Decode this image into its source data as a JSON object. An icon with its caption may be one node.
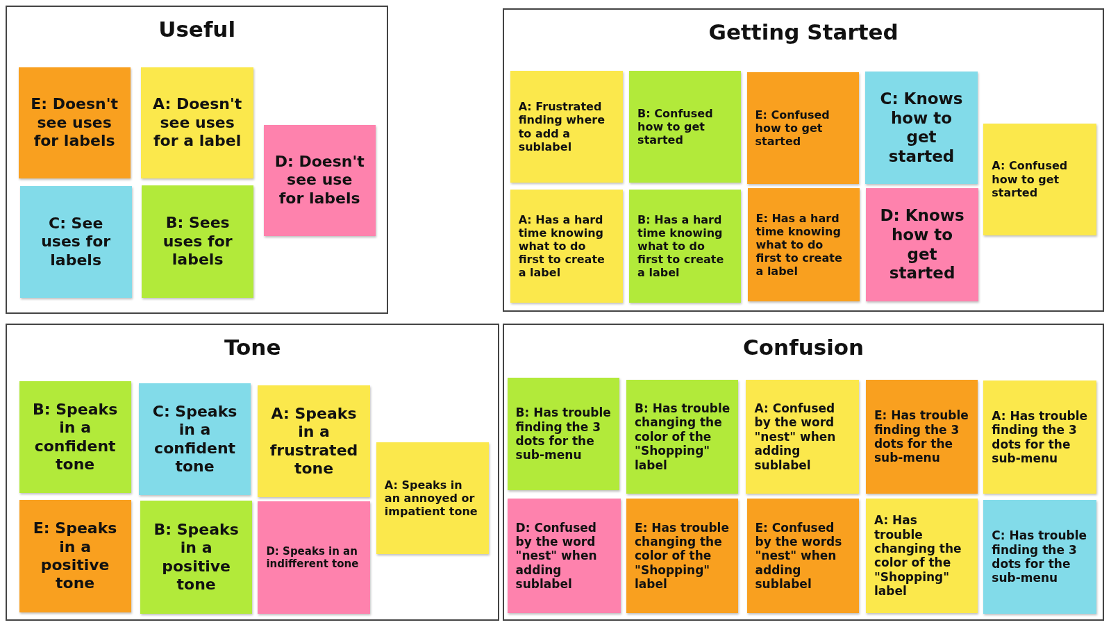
{
  "diagram": {
    "nodes": [
      {
        "text": [
          "Useful"
        ]
      },
      {
        "text": [
          "E: Doesn't see uses for labels"
        ],
        "in": 0
      },
      {
        "text": [
          "A: Doesn't see uses for a label"
        ],
        "in": 0
      },
      {
        "text": [
          "D: Doesn't see use for labels"
        ],
        "in": 0
      },
      {
        "text": [
          "C: See uses for labels"
        ],
        "in": 0
      },
      {
        "text": [
          "B: Sees uses for labels"
        ],
        "in": 0
      },
      {
        "text": [
          "Getting Started"
        ]
      },
      {
        "text": [
          "A: Frustrated finding where to add a sublabel"
        ],
        "in": 6
      },
      {
        "text": [
          "B: Confused how to get started"
        ],
        "in": 6
      },
      {
        "text": [
          "E: Confused how to get started"
        ],
        "in": 6
      },
      {
        "text": [
          "C: Knows how to get started"
        ],
        "in": 6
      },
      {
        "text": [
          "A: Confused how to get started"
        ],
        "in": 6
      },
      {
        "text": [
          "A: Has a hard time knowing what to do first to create a label"
        ],
        "in": 6
      },
      {
        "text": [
          "B: Has a hard time knowing what to do first to create a label"
        ],
        "in": 6
      },
      {
        "text": [
          "E: Has a hard time knowing what to do first to create a label"
        ],
        "in": 6
      },
      {
        "text": [
          "D: Knows how to get started"
        ],
        "in": 6
      },
      {
        "text": [
          "Tone"
        ]
      },
      {
        "text": [
          "B: Speaks in a confident tone"
        ],
        "in": 16
      },
      {
        "text": [
          "C: Speaks in a confident tone"
        ],
        "in": 16
      },
      {
        "text": [
          "A: Speaks in a frustrated tone"
        ],
        "in": 16
      },
      {
        "text": [
          "A: Speaks in an annoyed or impatient tone"
        ],
        "in": 16
      },
      {
        "text": [
          "E: Speaks in a positive tone"
        ],
        "in": 16
      },
      {
        "text": [
          "B: Speaks in a positive tone"
        ],
        "in": 16
      },
      {
        "text": [
          "D: Speaks in an indifferent tone"
        ],
        "in": 16
      },
      {
        "text": [
          "Confusion"
        ]
      },
      {
        "text": [
          "B: Has trouble finding the 3 dots for the sub-menu"
        ],
        "in": 24
      },
      {
        "text": [
          "B: Has trouble changing the color of the \"Shopping\" label"
        ],
        "in": 24
      },
      {
        "text": [
          "A: Confused by the word \"nest\" when adding sublabel"
        ],
        "in": 24
      },
      {
        "text": [
          "E: Has trouble finding the 3 dots for the sub-menu"
        ],
        "in": 24
      },
      {
        "text": [
          "A: Has trouble finding the 3 dots for the sub-menu"
        ],
        "in": 24
      },
      {
        "text": [
          "D: Confused by the word \"nest\" when adding sublabel"
        ],
        "in": 24
      },
      {
        "text": [
          "E: Has trouble changing the color of the \"Shopping\" label"
        ],
        "in": 24
      },
      {
        "text": [
          "E: Confused by the words \"nest\" when adding sublabel"
        ],
        "in": 24
      },
      {
        "text": [
          "A: Has trouble changing the color of the \"Shopping\" label"
        ],
        "in": 24
      },
      {
        "text": [
          "C: Has trouble finding the 3 dots for the sub-menu"
        ],
        "in": 24
      }
    ],
    "edges": []
  }
}
